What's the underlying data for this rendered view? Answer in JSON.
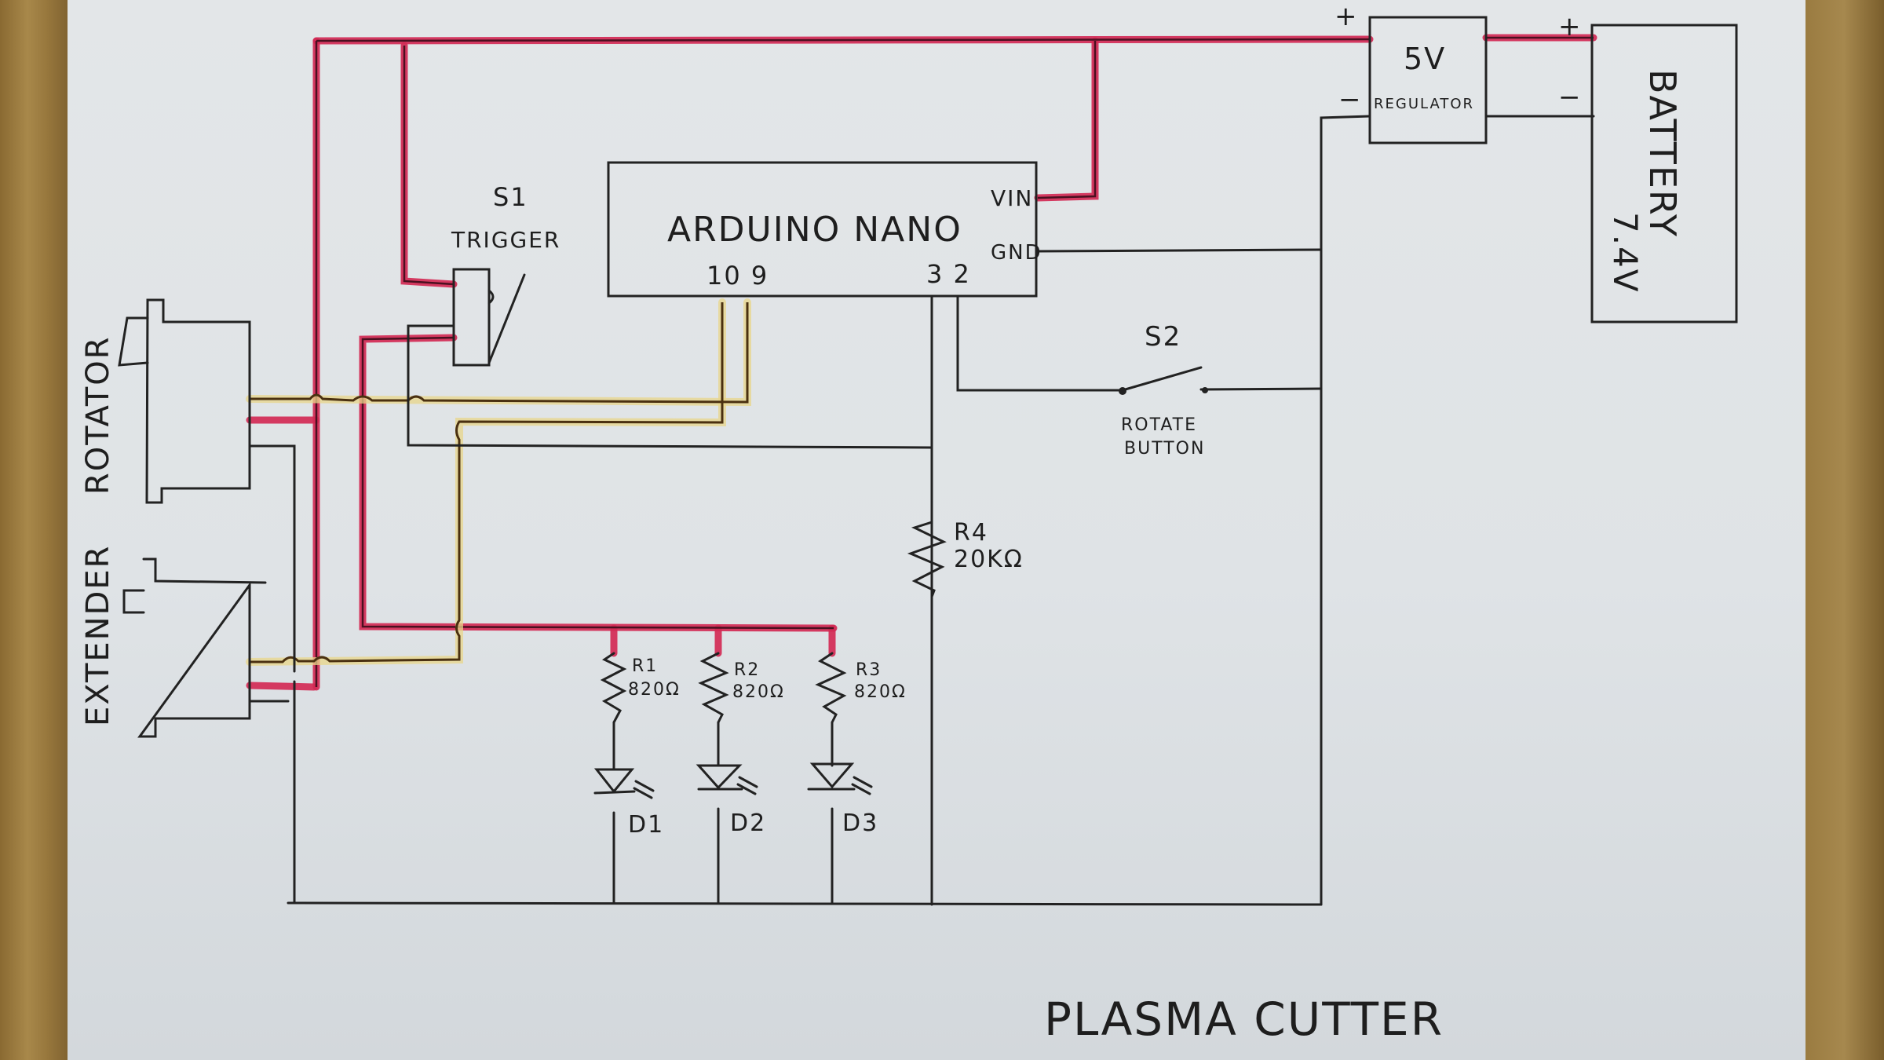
{
  "title": "PLASMA CUTTER",
  "components": {
    "arduino": {
      "label": "ARDUINO NANO",
      "pins_left": "10 9",
      "pins_right": "3 2",
      "vin": "VIN",
      "gnd": "GND"
    },
    "regulator": {
      "label_top": "5V",
      "label_bottom": "REGULATOR",
      "plus_in": "+",
      "minus_in": "−"
    },
    "battery": {
      "label": "BATTERY",
      "voltage": "7.4V",
      "plus": "+",
      "minus": "−"
    },
    "s1": {
      "ref": "S1",
      "name": "TRIGGER"
    },
    "s2": {
      "ref": "S2",
      "name_line1": "ROTATE",
      "name_line2": "BUTTON"
    },
    "r4": {
      "ref": "R4",
      "value": "20KΩ"
    },
    "leds": [
      {
        "r_ref": "R1",
        "r_value": "820Ω",
        "d_ref": "D1"
      },
      {
        "r_ref": "R2",
        "r_value": "820Ω",
        "d_ref": "D2"
      },
      {
        "r_ref": "R3",
        "r_value": "820Ω",
        "d_ref": "D3"
      }
    ],
    "servos": {
      "rotator": "ROTATOR",
      "extender": "EXTENDER"
    }
  },
  "colors": {
    "power_wire": "#d22a55",
    "signal_wire": "#e8d58a",
    "ink": "#222222",
    "paper": "#e1e4e7"
  }
}
